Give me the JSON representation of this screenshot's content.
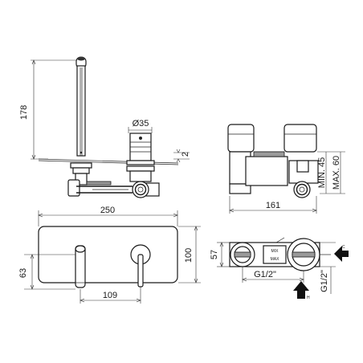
{
  "dimensions": {
    "spout_height": "178",
    "handle_diameter": "Ø35",
    "plate_thickness": "2",
    "body_depth": "161",
    "min_depth": "MIN. 45",
    "max_depth": "MAX. 60",
    "plate_width": "250",
    "plate_height": "100",
    "spout_offset": "63",
    "spout_to_handle": "109",
    "body_height": "57",
    "connection_bottom": "G1/2\"",
    "connection_side": "G1/2\""
  },
  "markers": {
    "cold": "C",
    "hot": "H"
  },
  "valve_labels": {
    "top": "MIX",
    "bottom": "MAX"
  }
}
